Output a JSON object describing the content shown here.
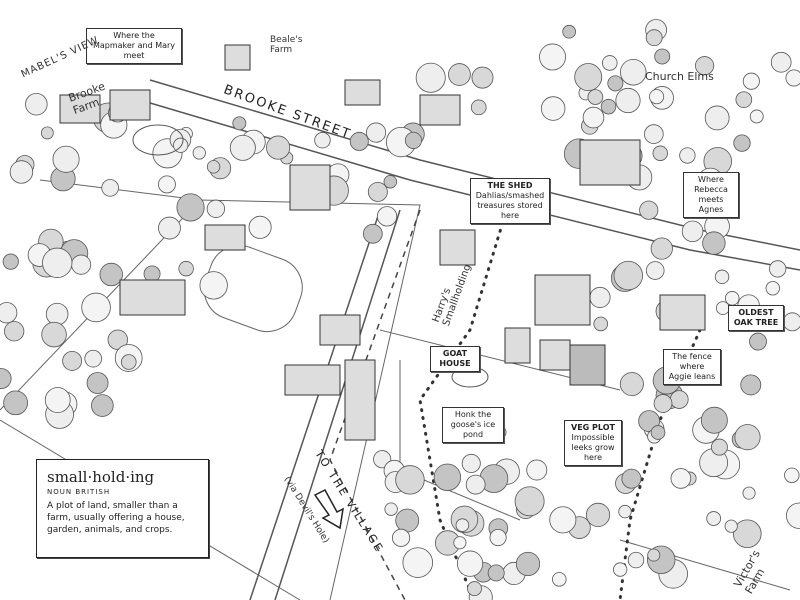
{
  "labels": {
    "mapmaker": "Where the Mapmaker and Mary meet",
    "mabels_view": "MABEL'S VIEW",
    "brooke_farm": "Brooke Farm",
    "beales_farm": "Beale's Farm",
    "brooke_street": "BROOKE STREET",
    "church_elms": "Church Elms",
    "shed_title": "THE SHED",
    "shed_text": "Dahlias/smashed treasures stored here",
    "rebecca": "Where Rebecca meets Agnes",
    "oak": "OLDEST OAK TREE",
    "harrys": "Harry's Smallholding",
    "goat_house": "GOAT HOUSE",
    "fence": "The fence where Aggie leans",
    "honk": "Honk the goose's ice pond",
    "veg_title": "VEG PLOT",
    "veg_text": "Impossible leeks grow here",
    "village": "TO THE VILLAGE",
    "devils_hole": "(via Devil's Hole)",
    "victors_farm": "Victor's Farm"
  },
  "definition": {
    "word": "small·hold·ing",
    "pos": "NOUN BRITISH",
    "text": "A plot of land, smaller than a farm, usually offering a house, garden, animals, and crops."
  }
}
